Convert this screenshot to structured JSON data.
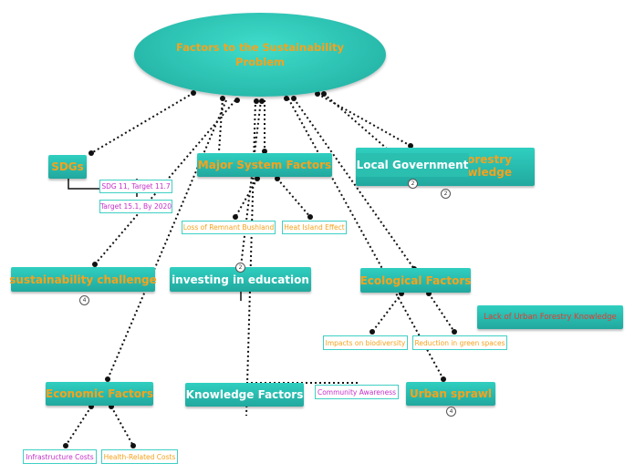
{
  "central": {
    "title": "Factors to the Sustainability Problem"
  },
  "topics": {
    "sdgs": "SDGs",
    "major": "Major System Factors",
    "urban_forestry": "Urban Forestry Knowledge",
    "local_gov": "Local Government",
    "sustainability": "sustainability challenge",
    "investing": "investing in education",
    "ecological": "Ecological Factors",
    "lack_urban": "Lack of Urban Forestry Knowledge",
    "economic": "Economic Factors",
    "knowledge": "Knowledge Factors",
    "sprawl": "Urban sprawl"
  },
  "leaves": {
    "sdg11": "SDG 11, Target 11.7",
    "target15": "Target 15.1, By 2020",
    "remnant": "Loss of Remnant Bushland",
    "heat": "Heat Island Effect",
    "biodiversity": "Impacts on biodiversity",
    "green": "Reduction in green spaces",
    "community": "Community Awareness",
    "infrastructure": "Infrastructure Costs",
    "health": "Health-Related Costs"
  },
  "badges": {
    "local_gov": "2",
    "urban_forestry": "2",
    "sustainability": "4",
    "investing": "2",
    "sprawl": "4"
  },
  "colors": {
    "topic_fill": "#2bbfb0",
    "orange_text": "#f6a21c",
    "purple_text": "#c42fc9",
    "red_text": "#e53b2f",
    "leaf_border": "#3fd0c4"
  }
}
